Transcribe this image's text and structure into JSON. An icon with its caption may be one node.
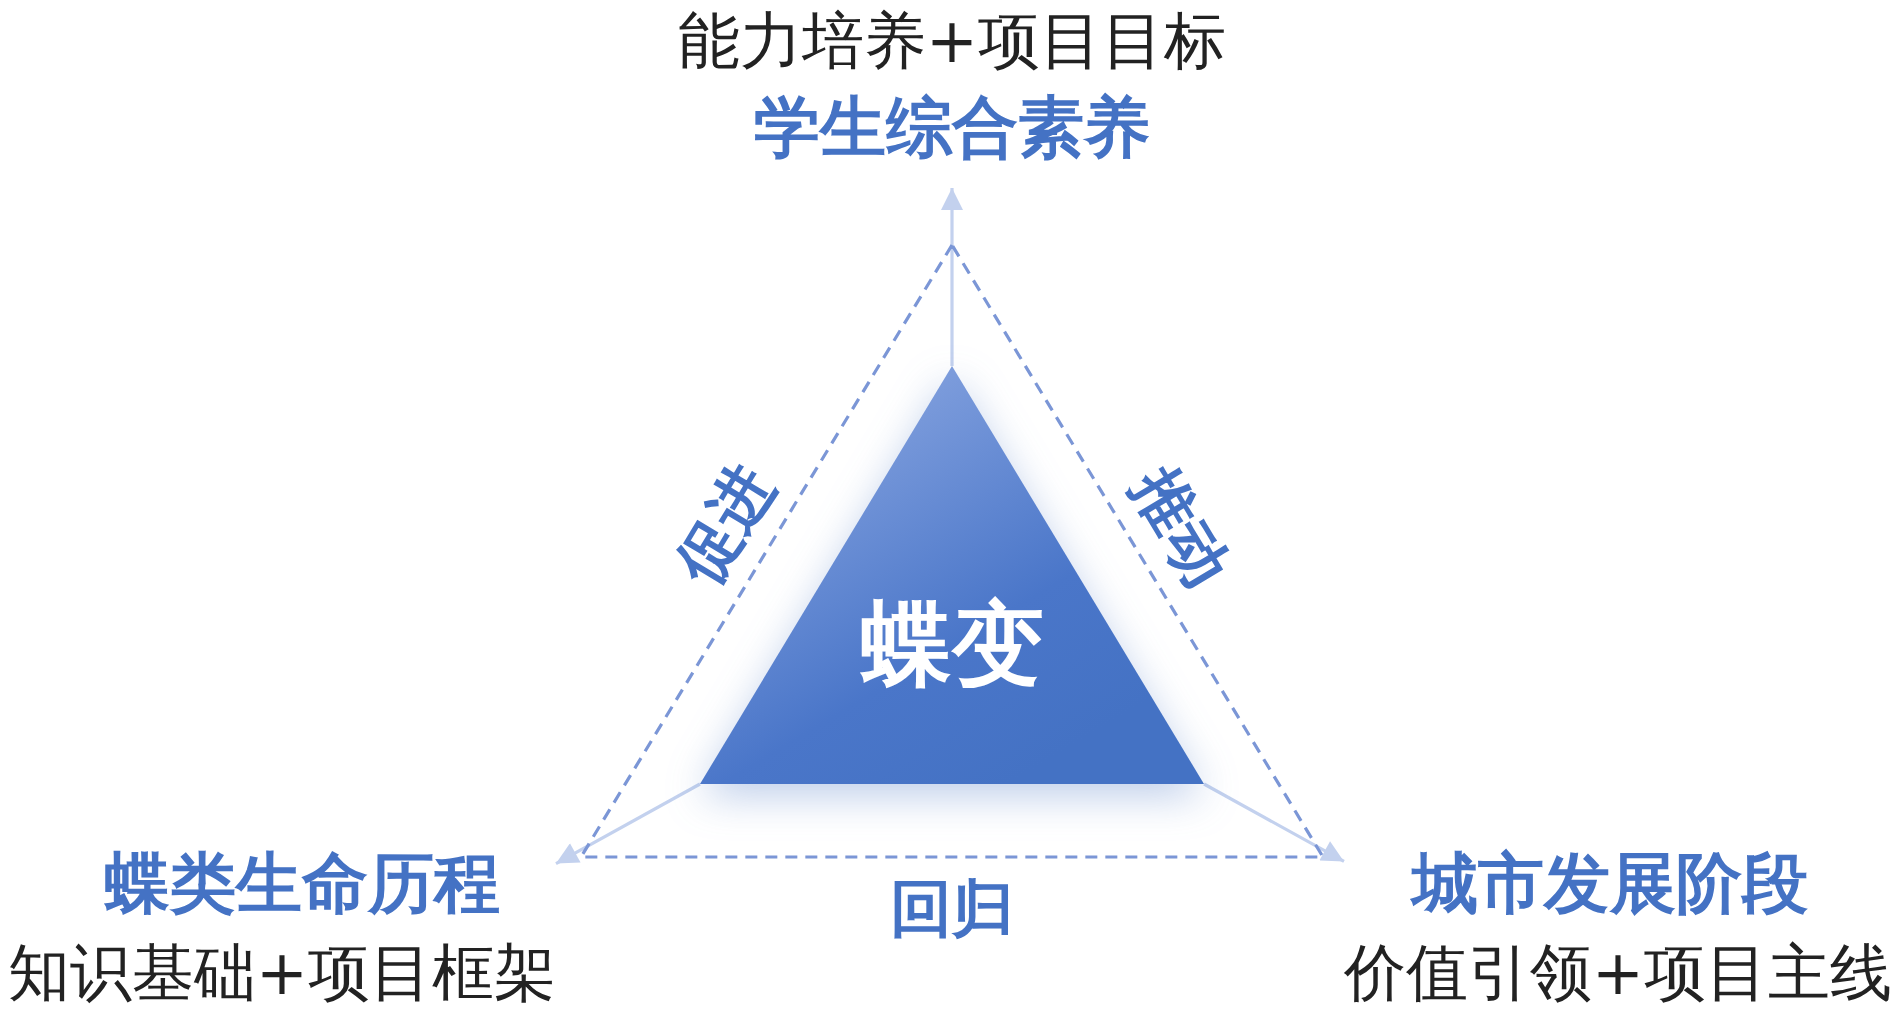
{
  "diagram": {
    "nodes": [
      {
        "text": [
          "能力培养+项目目标",
          "学生综合素养"
        ]
      },
      {
        "text": [],
        "shape": "triangle"
      },
      {
        "text": [
          "蝶变"
        ],
        "in": 1
      },
      {
        "text": [
          "蝶类生命历程",
          "知识基础+项目框架"
        ]
      },
      {
        "text": [
          "城市发展阶段",
          "价值引领+项目主线"
        ]
      }
    ],
    "edges": [
      {
        "from": 2,
        "to": 0,
        "arrow": "to"
      },
      {
        "from": 2,
        "to": 3,
        "arrow": "to"
      },
      {
        "from": 2,
        "to": 4,
        "arrow": "to"
      }
    ],
    "labels": [
      "促进",
      "推动",
      "回归"
    ]
  }
}
